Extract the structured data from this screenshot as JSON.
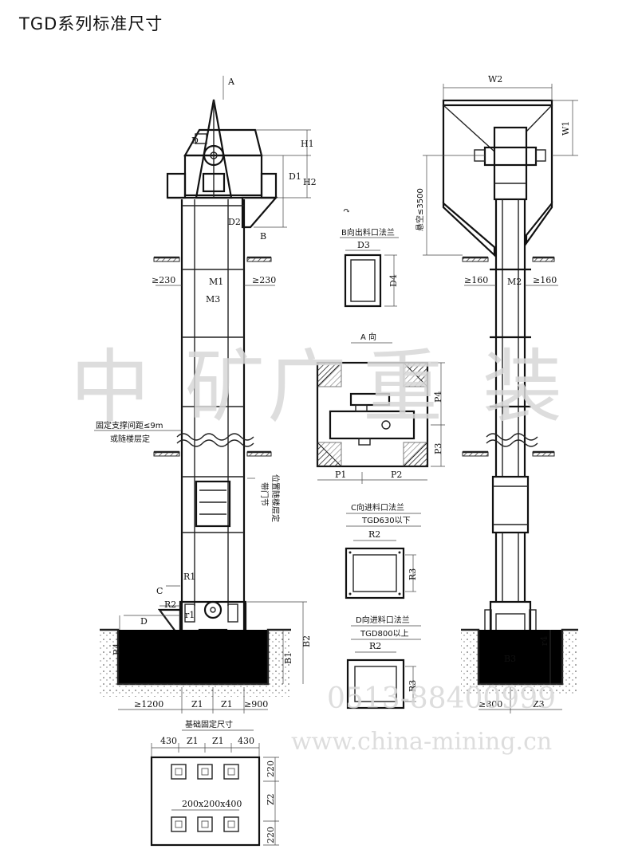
{
  "title": "TGD系列标准尺寸",
  "front_view": {
    "labels": {
      "A": "A",
      "D": "D",
      "H1": "H1",
      "H2": "H2",
      "D1": "D1",
      "D2": "D2",
      "B": "B",
      "ge230_left": "≥230",
      "ge230_right": "≥230",
      "M1": "M1",
      "M3": "M3",
      "support_note_1": "固定支撑间距≤9m",
      "support_note_2": "或随楼层定",
      "door_note_1": "带门节",
      "door_note_2": "位置随楼层定",
      "R1": "R1",
      "C": "C",
      "R2": "R2",
      "r1": "r1",
      "D_lower": "D",
      "R4": "R4",
      "B2": "B2",
      "B1": "B1",
      "ge1200": "≥1200",
      "Z1a": "Z1",
      "Z1b": "Z1",
      "ge900": "≥900"
    }
  },
  "side_view": {
    "labels": {
      "W2": "W2",
      "W1": "W1",
      "suspend": "悬空≤3500",
      "ge160_left": "≥160",
      "M2": "M2",
      "ge160_right": "≥160",
      "r4": "r4",
      "B3": "B3",
      "ge800": "≥800",
      "Z3": "Z3"
    }
  },
  "outlet_flange": {
    "title": "B向出料口法兰",
    "D3": "D3",
    "D4": "D4"
  },
  "view_a": {
    "title": "A 向",
    "P1": "P1",
    "P2": "P2",
    "P3": "P3",
    "P4": "P4"
  },
  "inlet_c": {
    "title": "C向进料口法兰",
    "subtitle": "TGD630以下",
    "R2": "R2",
    "R3": "R3"
  },
  "inlet_d": {
    "title": "D向进料口法兰",
    "subtitle": "TGD800以上",
    "R2": "R2",
    "R3": "R3"
  },
  "foundation": {
    "title": "基础固定尺寸",
    "top_dims": [
      "430",
      "Z1",
      "Z1",
      "430"
    ],
    "bolt_note": "200x200x400",
    "side_dims": [
      "220",
      "Z2",
      "220"
    ]
  },
  "watermark": {
    "chars": [
      "中",
      "矿",
      "广",
      "重",
      "装"
    ],
    "phone": "0513-88400999",
    "site": "www.china-mining.cn"
  }
}
